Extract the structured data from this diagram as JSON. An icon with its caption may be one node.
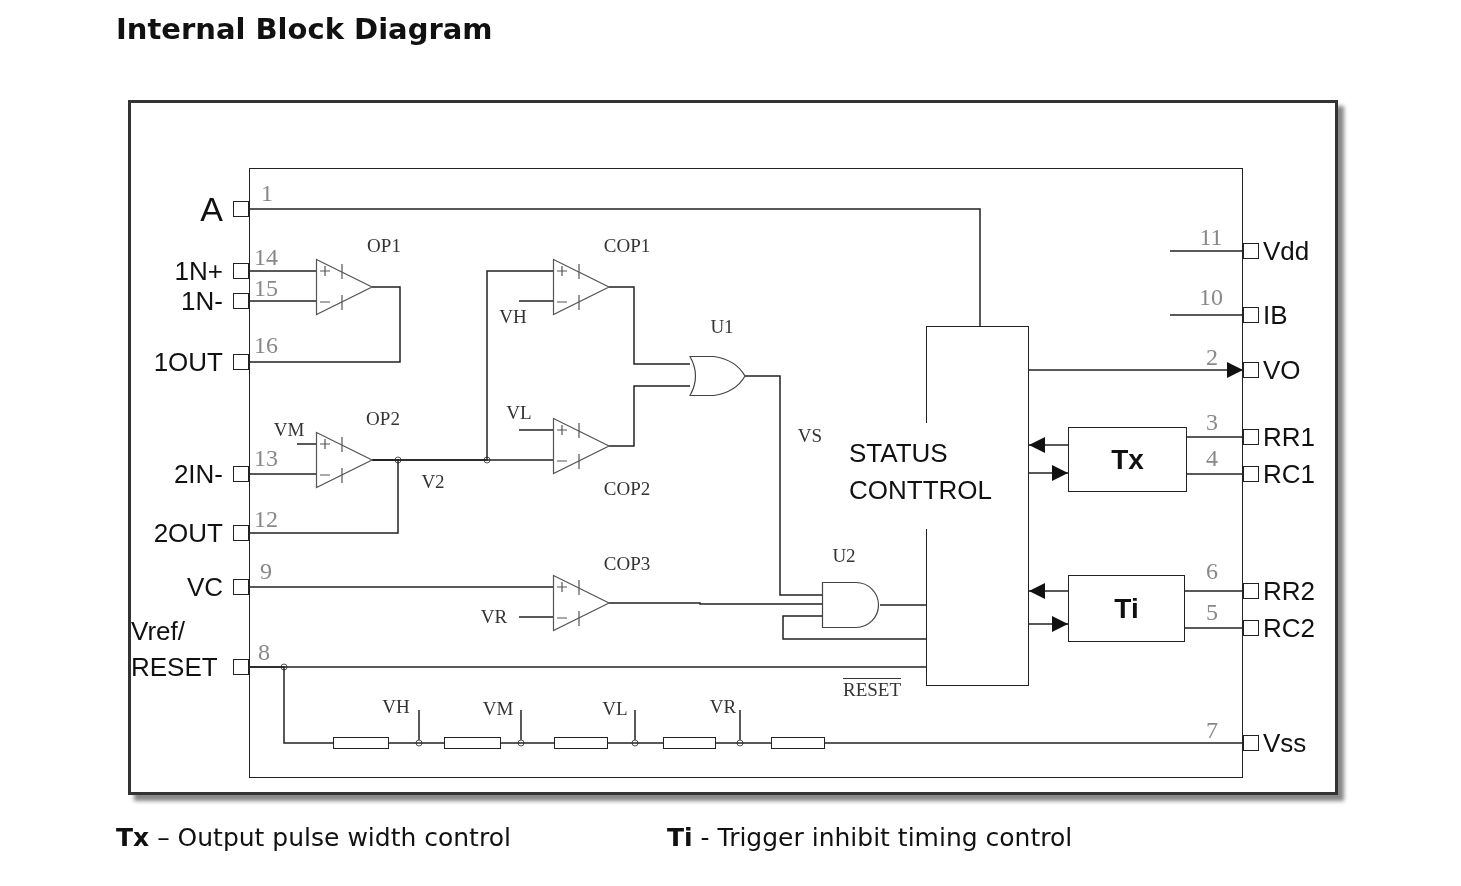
{
  "diagram": {
    "title": "Internal Block Diagram",
    "nodes": [
      {
        "text": [
          "A"
        ],
        "beside": [
          "1"
        ]
      },
      {
        "text": [
          "1N+"
        ],
        "beside": [
          "14"
        ]
      },
      {
        "text": [
          "1N-"
        ],
        "beside": [
          "15"
        ]
      },
      {
        "text": [
          "1OUT"
        ],
        "beside": [
          "16"
        ]
      },
      {
        "text": [
          "2IN-"
        ],
        "beside": [
          "13"
        ]
      },
      {
        "text": [
          "2OUT"
        ],
        "beside": [
          "12"
        ]
      },
      {
        "text": [
          "VC"
        ],
        "beside": [
          "9"
        ]
      },
      {
        "text": [
          "Vref/ RESET"
        ],
        "beside": [
          "8"
        ]
      },
      {
        "text": [
          "OP1"
        ]
      },
      {
        "text": [
          "OP2"
        ]
      },
      {
        "text": [
          "COP1"
        ]
      },
      {
        "text": [
          "COP2"
        ]
      },
      {
        "text": [
          "COP3"
        ]
      },
      {
        "text": [
          "U1"
        ]
      },
      {
        "text": [
          "U2"
        ]
      },
      {
        "text": [
          "STATUS CONTTROL"
        ]
      },
      {
        "text": [
          "Tx"
        ]
      },
      {
        "text": [
          "Ti"
        ]
      },
      {
        "text": [
          "Vdd"
        ],
        "beside": [
          "11"
        ]
      },
      {
        "text": [
          "IB"
        ],
        "beside": [
          "10"
        ]
      },
      {
        "text": [
          "VO"
        ],
        "beside": [
          "2"
        ]
      },
      {
        "text": [
          "RR1"
        ],
        "beside": [
          "3"
        ]
      },
      {
        "text": [
          "RC1"
        ],
        "beside": [
          "4"
        ]
      },
      {
        "text": [
          "RR2"
        ],
        "beside": [
          "6"
        ]
      },
      {
        "text": [
          "RC2"
        ],
        "beside": [
          "5"
        ]
      },
      {
        "text": [
          "Vss"
        ],
        "beside": [
          "7"
        ]
      },
      {
        "text": [],
        "shape": "box"
      },
      {
        "text": [],
        "shape": "box"
      },
      {
        "text": [],
        "shape": "box"
      },
      {
        "text": [],
        "shape": "box"
      },
      {
        "text": [],
        "shape": "box"
      }
    ],
    "edges": [
      {
        "from": 0,
        "to": 15,
        "arrow": "none"
      },
      {
        "from": 1,
        "to": 8,
        "arrow": "none"
      },
      {
        "from": 2,
        "to": 8,
        "arrow": "none"
      },
      {
        "from": 8,
        "to": 3,
        "arrow": "none"
      },
      {
        "from": 4,
        "to": 9,
        "arrow": "none"
      },
      {
        "from": 9,
        "to": 5,
        "arrow": "none"
      },
      {
        "from": 9,
        "to": 10,
        "arrow": "none"
      },
      {
        "from": 9,
        "to": 11,
        "arrow": "none",
        "label": "V2"
      },
      {
        "from": 10,
        "to": 13,
        "arrow": "none"
      },
      {
        "from": 11,
        "to": 13,
        "arrow": "none"
      },
      {
        "from": 13,
        "to": 14,
        "arrow": "none",
        "label": "VS"
      },
      {
        "from": 6,
        "to": 12,
        "arrow": "none"
      },
      {
        "from": 12,
        "to": 14,
        "arrow": "none"
      },
      {
        "from": 14,
        "to": 15,
        "arrow": "none"
      },
      {
        "from": 15,
        "to": 14,
        "arrow": "none"
      },
      {
        "from": 7,
        "to": 15,
        "arrow": "none"
      },
      {
        "from": 7,
        "to": 26,
        "arrow": "none"
      },
      {
        "from": 26,
        "to": 27,
        "arrow": "none"
      },
      {
        "from": 27,
        "to": 28,
        "arrow": "none"
      },
      {
        "from": 28,
        "to": 29,
        "arrow": "none"
      },
      {
        "from": 29,
        "to": 30,
        "arrow": "none"
      },
      {
        "from": 30,
        "to": 25,
        "arrow": "none"
      },
      {
        "from": 15,
        "to": 20,
        "arrow": "to"
      },
      {
        "from": 16,
        "to": 15,
        "arrow": "to"
      },
      {
        "from": 15,
        "to": 16,
        "arrow": "to"
      },
      {
        "from": 17,
        "to": 15,
        "arrow": "to"
      },
      {
        "from": 15,
        "to": 17,
        "arrow": "to"
      },
      {
        "from": 16,
        "to": 21,
        "arrow": "none"
      },
      {
        "from": 16,
        "to": 22,
        "arrow": "none"
      },
      {
        "from": 17,
        "to": 23,
        "arrow": "none"
      },
      {
        "from": 17,
        "to": 24,
        "arrow": "none"
      },
      {
        "from": null,
        "to": 18,
        "arrow": "none"
      },
      {
        "from": null,
        "to": 19,
        "arrow": "none"
      },
      {
        "from": null,
        "to": 9,
        "arrow": "none",
        "label": "VM"
      },
      {
        "from": null,
        "to": 10,
        "arrow": "none",
        "label": "VH"
      },
      {
        "from": null,
        "to": 11,
        "arrow": "none",
        "label": "VL"
      },
      {
        "from": null,
        "to": 12,
        "arrow": "none",
        "label": "VR"
      }
    ],
    "labels": [
      "VH",
      "VM",
      "VL",
      "VR",
      "RESET",
      "**Tx** – Output pulse width control",
      "**Ti** - Trigger inhibit timing control"
    ]
  }
}
